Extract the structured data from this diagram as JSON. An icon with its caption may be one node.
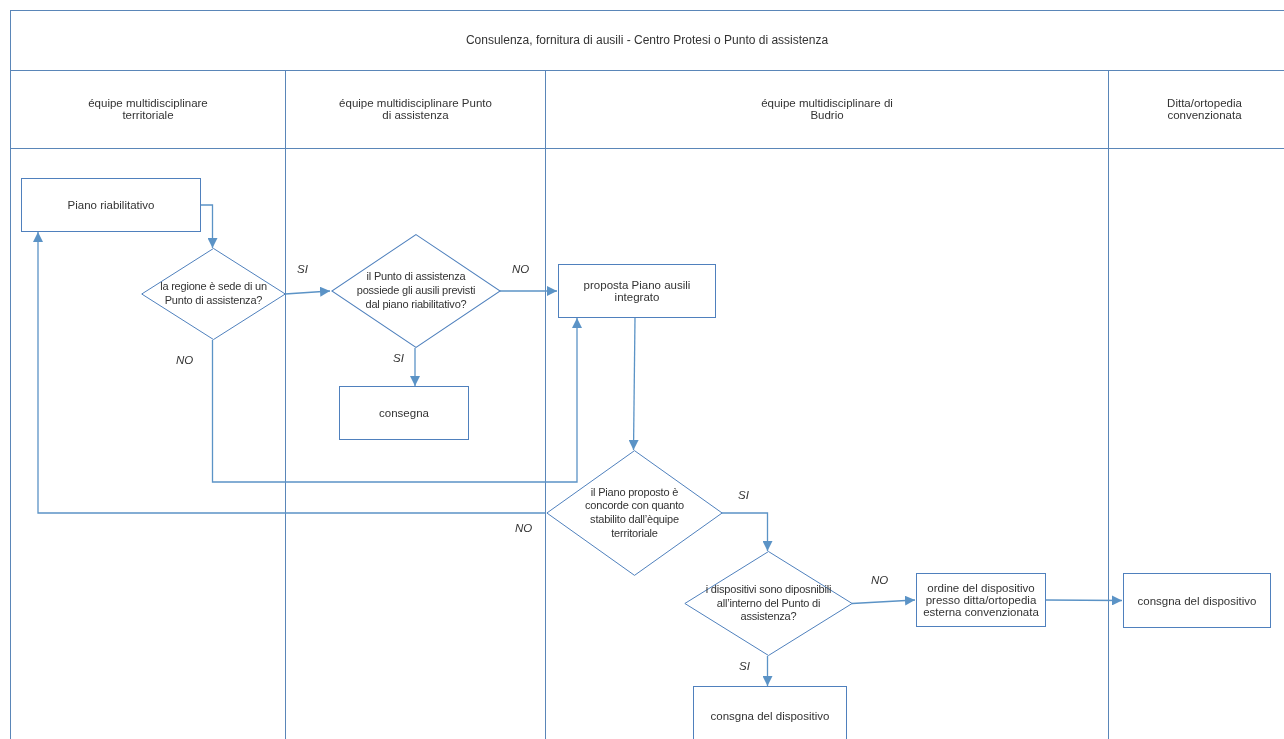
{
  "diagram": {
    "title": "Consulenza, fornitura di ausili - Centro Protesi o Punto di assistenza",
    "nodes": [
      {
        "text": [
          "équipe multidisciplinare territoriale"
        ]
      },
      {
        "text": [
          "équipe multidisciplinare Punto di assistenza"
        ]
      },
      {
        "text": [
          "équipe multidisciplinare di Budrio"
        ]
      },
      {
        "text": [
          "Ditta/ortopedia convenzionata"
        ]
      },
      {
        "text": [
          "Piano riabilitativo"
        ],
        "in": 0
      },
      {
        "text": [
          "la regione è sede di un Punto di assistenza?"
        ],
        "in": 0
      },
      {
        "text": [
          "il Punto di assistenza possiede gli ausili previsti dal piano riabilitativo?"
        ],
        "in": 1
      },
      {
        "text": [
          "consegna"
        ],
        "in": 1
      },
      {
        "text": [
          "proposta Piano ausili integrato"
        ],
        "in": 2
      },
      {
        "text": [
          "il Piano proposto è concorde con quanto stabilito dall’èquipe territoriale"
        ],
        "in": 2
      },
      {
        "text": [
          "i dispositivi sono diposnibili all’interno del Punto di assistenza?"
        ],
        "in": 2
      },
      {
        "text": [
          "ordine del dispositivo presso ditta/ortopedia esterna convenzionata"
        ],
        "in": 2
      },
      {
        "text": [
          "consgna del dispositivo"
        ],
        "in": 3
      },
      {
        "text": [
          "consgna del dispositivo"
        ],
        "in": 2
      }
    ],
    "edges": [
      {
        "from": 4,
        "to": 5,
        "arrow": "to"
      },
      {
        "from": 5,
        "to": 6,
        "arrow": "to",
        "label": "SI"
      },
      {
        "from": 6,
        "to": 8,
        "arrow": "to",
        "label": "NO"
      },
      {
        "from": 6,
        "to": 7,
        "arrow": "to",
        "label": "SI"
      },
      {
        "from": 5,
        "to": 8,
        "arrow": "to",
        "label": "NO"
      },
      {
        "from": 8,
        "to": 9,
        "arrow": "to"
      },
      {
        "from": 9,
        "to": 10,
        "arrow": "to",
        "label": "SI"
      },
      {
        "from": 9,
        "to": 4,
        "arrow": "to",
        "label": "NO"
      },
      {
        "from": 10,
        "to": 11,
        "arrow": "to",
        "label": "NO"
      },
      {
        "from": 11,
        "to": 12,
        "arrow": "to"
      },
      {
        "from": 10,
        "to": 13,
        "arrow": "to",
        "label": "SI"
      }
    ]
  }
}
